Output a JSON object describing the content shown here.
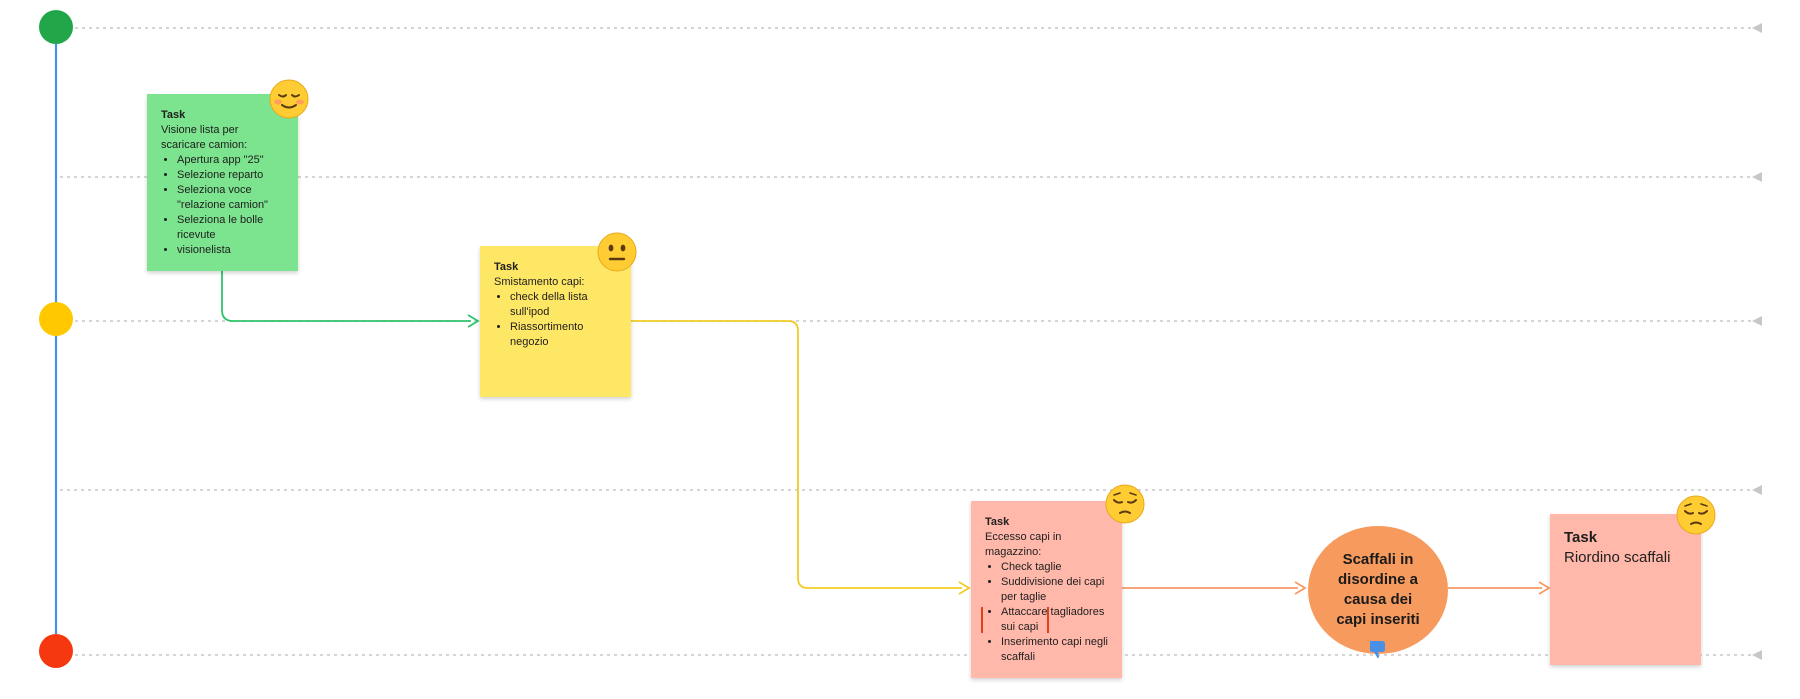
{
  "stage_colors": {
    "start": "#21a64a",
    "middle": "#ffc800",
    "end": "#f5380f",
    "timeline": "#4a8fe8"
  },
  "stickies": [
    {
      "title": "Task",
      "text": "Visione lista per scaricare camion:",
      "items": [
        "Apertura app \"25\"",
        "Selezione reparto",
        "Seleziona voce \"relazione camion\"",
        "Seleziona le bolle ricevute",
        "visionelista"
      ],
      "color": "#7ce38e",
      "emoji": "relieved-face-icon"
    },
    {
      "title": "Task",
      "text": "Smistamento capi:",
      "items": [
        "check della lista sull'ipod",
        "Riassortimento negozio"
      ],
      "color": "#ffe766",
      "emoji": "neutral-face-icon"
    },
    {
      "title": "Task",
      "text": "Eccesso capi in magazzino:",
      "items": [
        "Check taglie",
        "Suddivisione dei capi per taglie",
        "Attaccare tagliadores sui capi",
        "Inserimento capi negli scaffali"
      ],
      "color": "#ffb8aa",
      "emoji": "pensive-face-icon"
    },
    {
      "title": "Task",
      "text": "Riordino scaffali",
      "color": "#ffb8aa",
      "emoji": "pensive-face-icon"
    }
  ],
  "pain_point": {
    "text": "Scaffali in disordine a causa dei capi inseriti",
    "color": "#f79a5e",
    "icon": "thumbs-down-icon"
  }
}
